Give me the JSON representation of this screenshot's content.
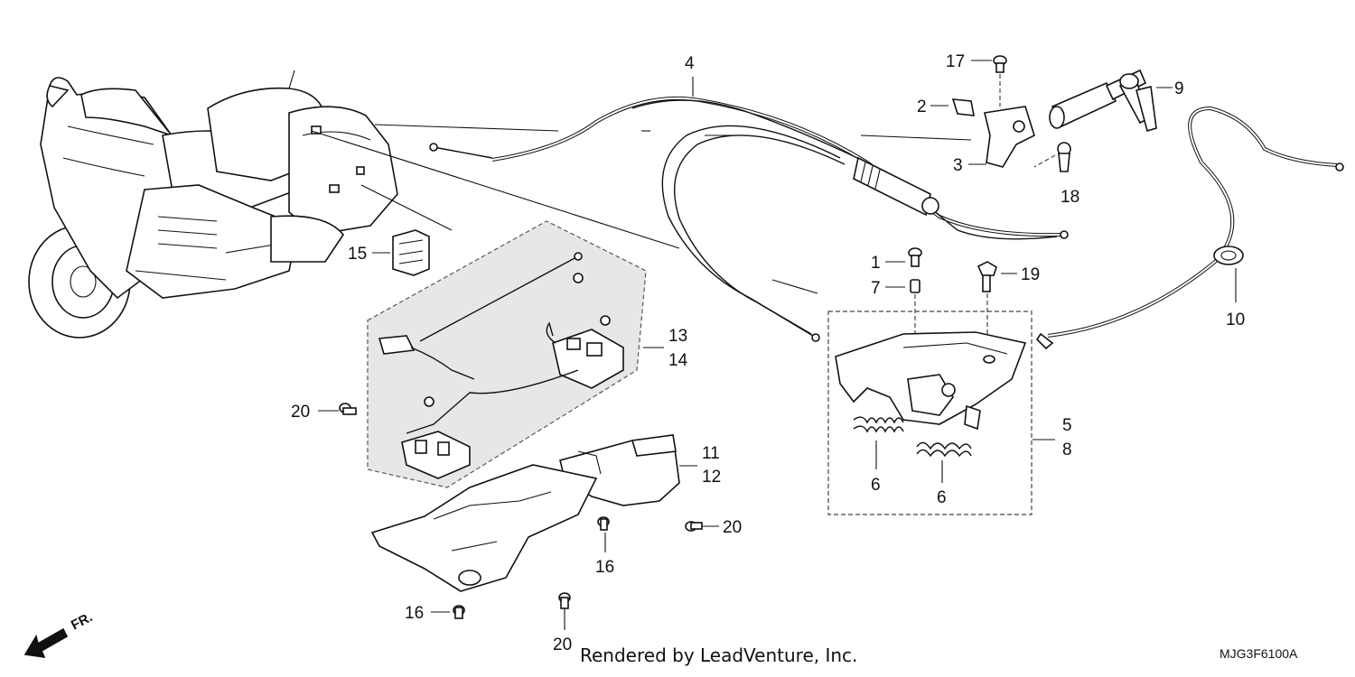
{
  "callouts": {
    "c1": "1",
    "c2": "2",
    "c3": "3",
    "c4": "4",
    "c5": "5",
    "c6a": "6",
    "c6b": "6",
    "c7": "7",
    "c8": "8",
    "c9": "9",
    "c10": "10",
    "c11": "11",
    "c12": "12",
    "c13": "13",
    "c14": "14",
    "c15": "15",
    "c16a": "16",
    "c16b": "16",
    "c17": "17",
    "c18": "18",
    "c19": "19",
    "c20a": "20",
    "c20b": "20",
    "c20c": "20"
  },
  "footer": {
    "rendered_by": "Rendered by LeadVenture, Inc.",
    "diagram_code": "MJG3F6100A"
  },
  "direction_marker": "FR."
}
